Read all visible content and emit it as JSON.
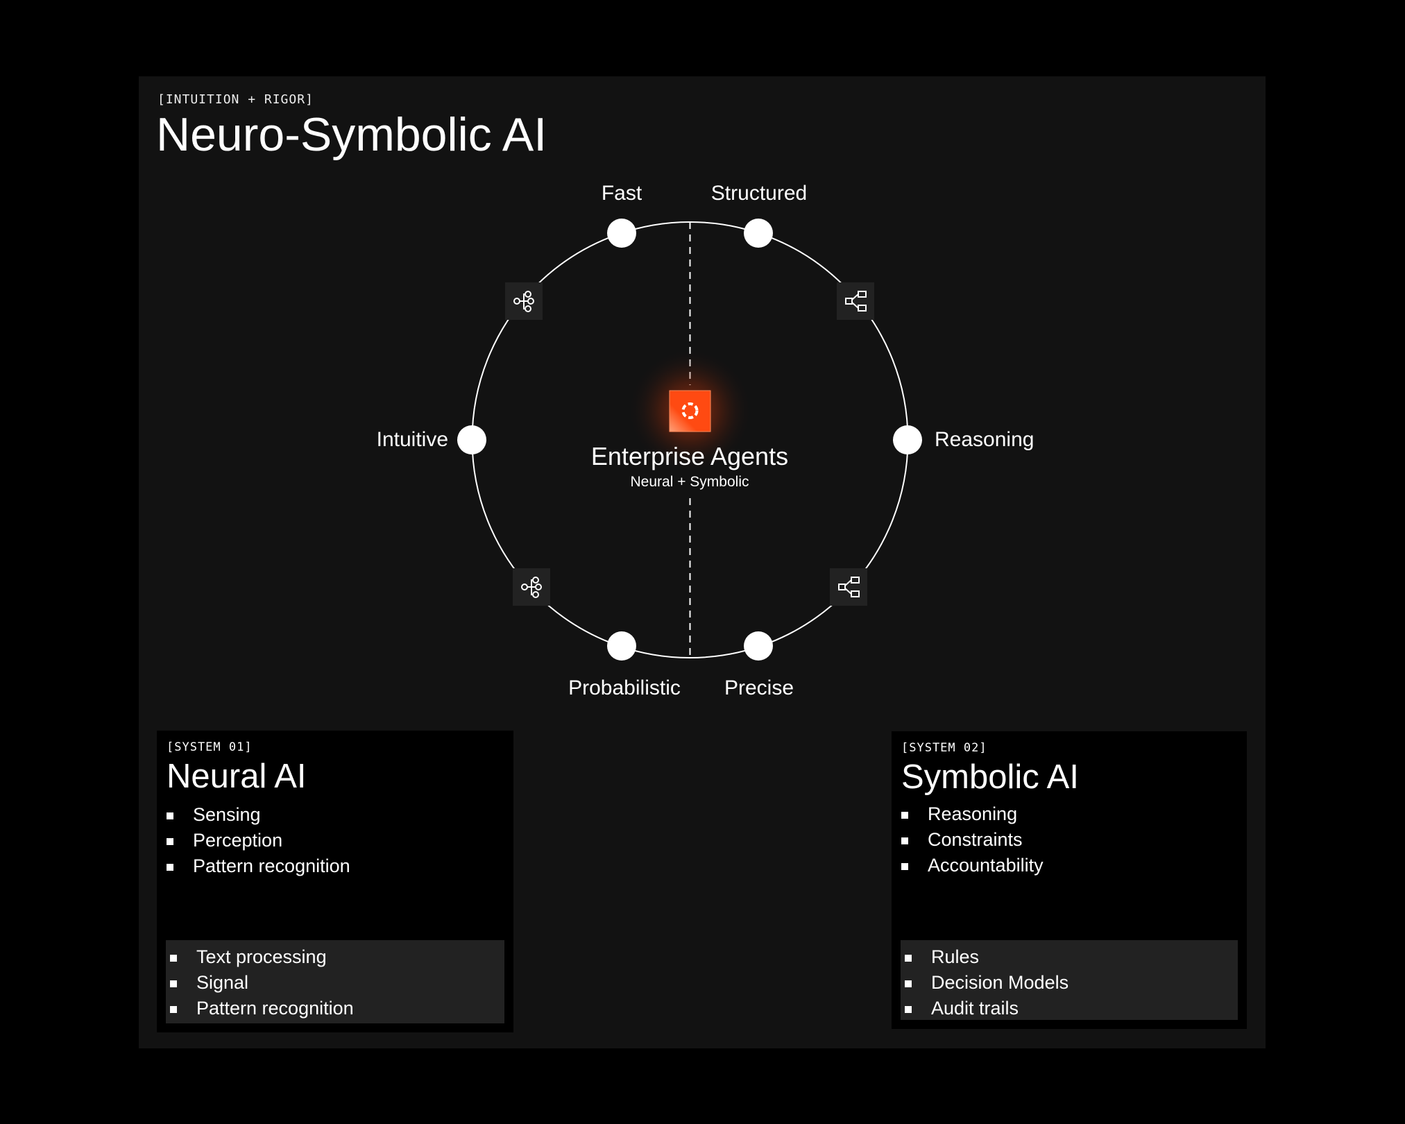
{
  "header": {
    "eyebrow": "[INTUITION + RIGOR]",
    "title": "Neuro-Symbolic AI"
  },
  "diagram": {
    "center": {
      "title": "Enterprise Agents",
      "subtitle": "Neural + Symbolic",
      "icon": "sparkle-logo-icon",
      "accent": "#ff4a12"
    },
    "nodes": {
      "fast": "Fast",
      "structured": "Structured",
      "intuitive": "Intuitive",
      "reasoning": "Reasoning",
      "probabilistic": "Probabilistic",
      "precise": "Precise"
    },
    "icons": [
      "network-icon",
      "hierarchy-icon",
      "network-icon",
      "hierarchy-icon"
    ]
  },
  "neural": {
    "tag": "[SYSTEM 01]",
    "title": "Neural AI",
    "items": [
      "Sensing",
      "Perception",
      "Pattern recognition"
    ],
    "examples": [
      "Text processing",
      "Signal",
      "Pattern recognition"
    ]
  },
  "symbolic": {
    "tag": "[SYSTEM 02]",
    "title": "Symbolic AI",
    "items": [
      "Reasoning",
      "Constraints",
      "Accountability"
    ],
    "examples": [
      "Rules",
      "Decision Models",
      "Audit trails"
    ]
  }
}
